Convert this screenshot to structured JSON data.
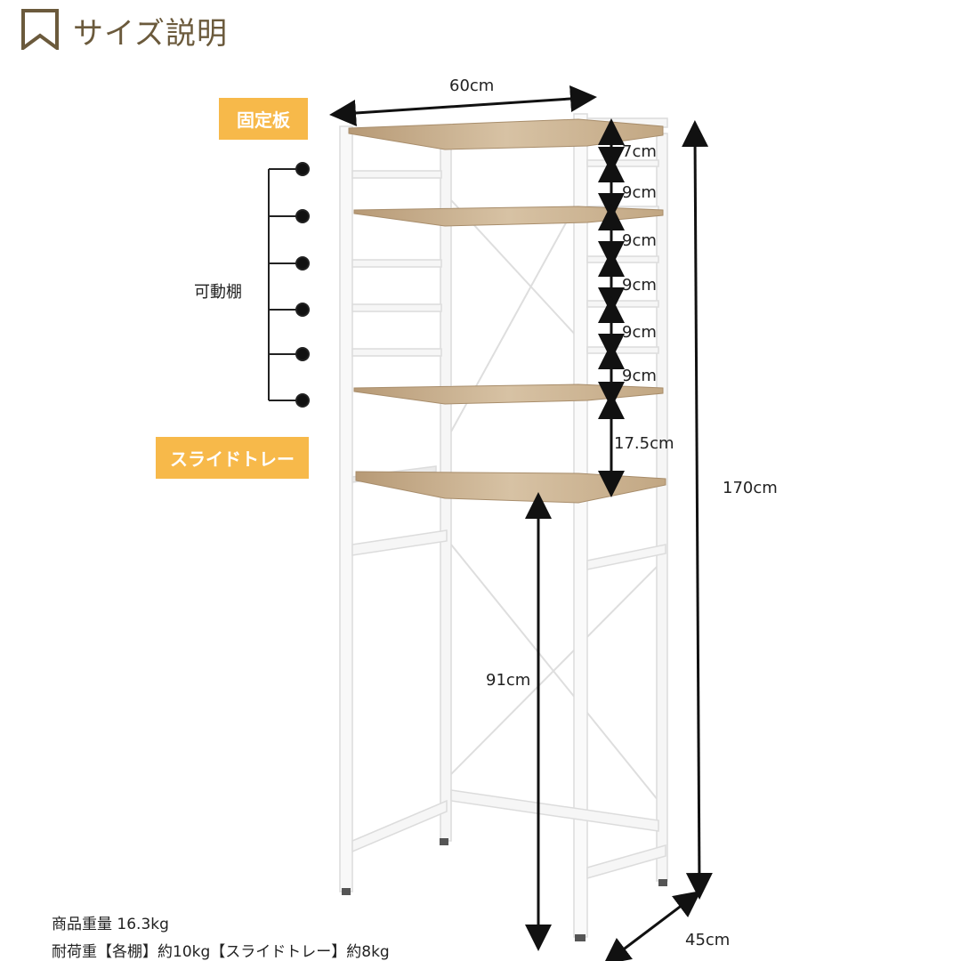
{
  "header": {
    "title": "サイズ説明"
  },
  "labels": {
    "fixed_shelf": "固定板",
    "movable_shelf": "可動棚",
    "slide_tray": "スライドトレー"
  },
  "dimensions": {
    "width": "60cm",
    "depth": "45cm",
    "height": "170cm",
    "tray_height": "91cm",
    "gaps": [
      "7cm",
      "9cm",
      "9cm",
      "9cm",
      "9cm",
      "9cm",
      "17.5cm"
    ]
  },
  "specs": {
    "weight": "商品重量 16.3kg",
    "load": "耐荷重【各棚】約10kg【スライドトレー】約8kg"
  },
  "colors": {
    "accent": "#f7b94a",
    "wood": "#c9b08e",
    "frame": "#f4f4f4",
    "title": "#6b5a3c"
  }
}
